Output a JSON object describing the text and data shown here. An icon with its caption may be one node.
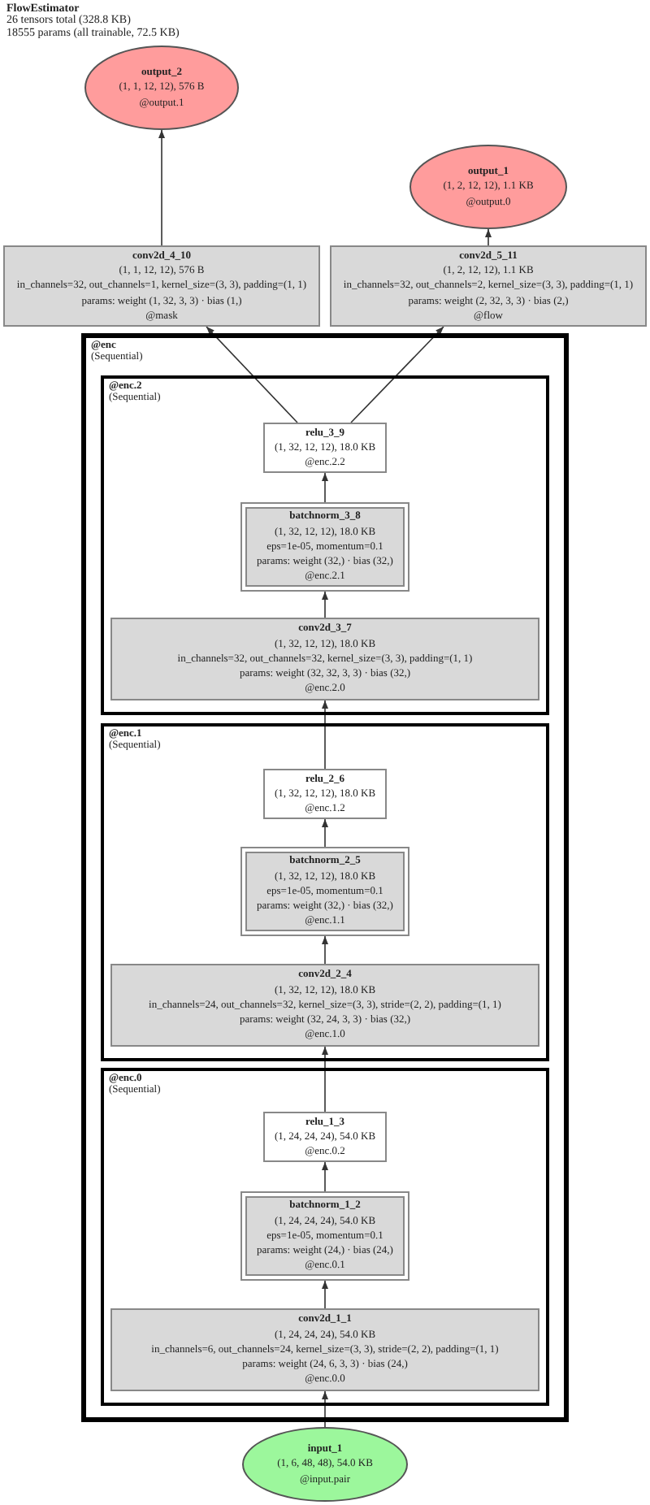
{
  "diagram": {
    "title": "FlowEstimator",
    "labels": [
      "26 tensors total (328.8 KB)",
      "18555 params (all trainable, 72.5 KB)"
    ],
    "nodes": [
      {
        "text": [
          "output_2",
          "(1, 1, 12, 12), 576 B",
          "@output.1"
        ]
      },
      {
        "text": [
          "output_1",
          "(1, 2, 12, 12), 1.1 KB",
          "@output.0"
        ]
      },
      {
        "text": [
          "conv2d_4_10",
          "(1, 1, 12, 12), 576 B",
          "in_channels=32, out_channels=1, kernel_size=(3, 3), padding=(1, 1)",
          "params: weight (1, 32, 3, 3) · bias (1,)",
          "@mask"
        ]
      },
      {
        "text": [
          "conv2d_5_11",
          "(1, 2, 12, 12), 1.1 KB",
          "in_channels=32, out_channels=2, kernel_size=(3, 3), padding=(1, 1)",
          "params: weight (2, 32, 3, 3) · bias (2,)",
          "@flow"
        ]
      },
      {
        "text": [
          "@enc",
          "(Sequential)"
        ]
      },
      {
        "text": [
          "@enc.2",
          "(Sequential)"
        ],
        "in": 4
      },
      {
        "text": [
          "relu_3_9",
          "(1, 32, 12, 12), 18.0 KB",
          "@enc.2.2"
        ],
        "in": 5
      },
      {
        "text": [
          "batchnorm_3_8",
          "(1, 32, 12, 12), 18.0 KB",
          "eps=1e-05, momentum=0.1",
          "params: weight (32,) · bias (32,)",
          "@enc.2.1"
        ],
        "in": 5
      },
      {
        "text": [
          "conv2d_3_7",
          "(1, 32, 12, 12), 18.0 KB",
          "in_channels=32, out_channels=32, kernel_size=(3, 3), padding=(1, 1)",
          "params: weight (32, 32, 3, 3) · bias (32,)",
          "@enc.2.0"
        ],
        "in": 5
      },
      {
        "text": [
          "@enc.1",
          "(Sequential)"
        ],
        "in": 4
      },
      {
        "text": [
          "relu_2_6",
          "(1, 32, 12, 12), 18.0 KB",
          "@enc.1.2"
        ],
        "in": 9
      },
      {
        "text": [
          "batchnorm_2_5",
          "(1, 32, 12, 12), 18.0 KB",
          "eps=1e-05, momentum=0.1",
          "params: weight (32,) · bias (32,)",
          "@enc.1.1"
        ],
        "in": 9
      },
      {
        "text": [
          "conv2d_2_4",
          "(1, 32, 12, 12), 18.0 KB",
          "in_channels=24, out_channels=32, kernel_size=(3, 3), stride=(2, 2), padding=(1, 1)",
          "params: weight (32, 24, 3, 3) · bias (32,)",
          "@enc.1.0"
        ],
        "in": 9
      },
      {
        "text": [
          "@enc.0",
          "(Sequential)"
        ],
        "in": 4
      },
      {
        "text": [
          "relu_1_3",
          "(1, 24, 24, 24), 54.0 KB",
          "@enc.0.2"
        ],
        "in": 13
      },
      {
        "text": [
          "batchnorm_1_2",
          "(1, 24, 24, 24), 54.0 KB",
          "eps=1e-05, momentum=0.1",
          "params: weight (24,) · bias (24,)",
          "@enc.0.1"
        ],
        "in": 13
      },
      {
        "text": [
          "conv2d_1_1",
          "(1, 24, 24, 24), 54.0 KB",
          "in_channels=6, out_channels=24, kernel_size=(3, 3), stride=(2, 2), padding=(1, 1)",
          "params: weight (24, 6, 3, 3) · bias (24,)",
          "@enc.0.0"
        ],
        "in": 13
      },
      {
        "text": [
          "input_1",
          "(1, 6, 48, 48), 54.0 KB",
          "@input.pair"
        ]
      }
    ],
    "edges": [
      {
        "from": 17,
        "to": 16,
        "arrow": "to"
      },
      {
        "from": 16,
        "to": 15,
        "arrow": "to"
      },
      {
        "from": 15,
        "to": 14,
        "arrow": "to"
      },
      {
        "from": 14,
        "to": 12,
        "arrow": "to"
      },
      {
        "from": 12,
        "to": 11,
        "arrow": "to"
      },
      {
        "from": 11,
        "to": 10,
        "arrow": "to"
      },
      {
        "from": 10,
        "to": 8,
        "arrow": "to"
      },
      {
        "from": 8,
        "to": 7,
        "arrow": "to"
      },
      {
        "from": 7,
        "to": 6,
        "arrow": "to"
      },
      {
        "from": 6,
        "to": 2,
        "arrow": "to"
      },
      {
        "from": 6,
        "to": 3,
        "arrow": "to"
      },
      {
        "from": 2,
        "to": 0,
        "arrow": "to"
      },
      {
        "from": 3,
        "to": 1,
        "arrow": "to"
      }
    ]
  }
}
